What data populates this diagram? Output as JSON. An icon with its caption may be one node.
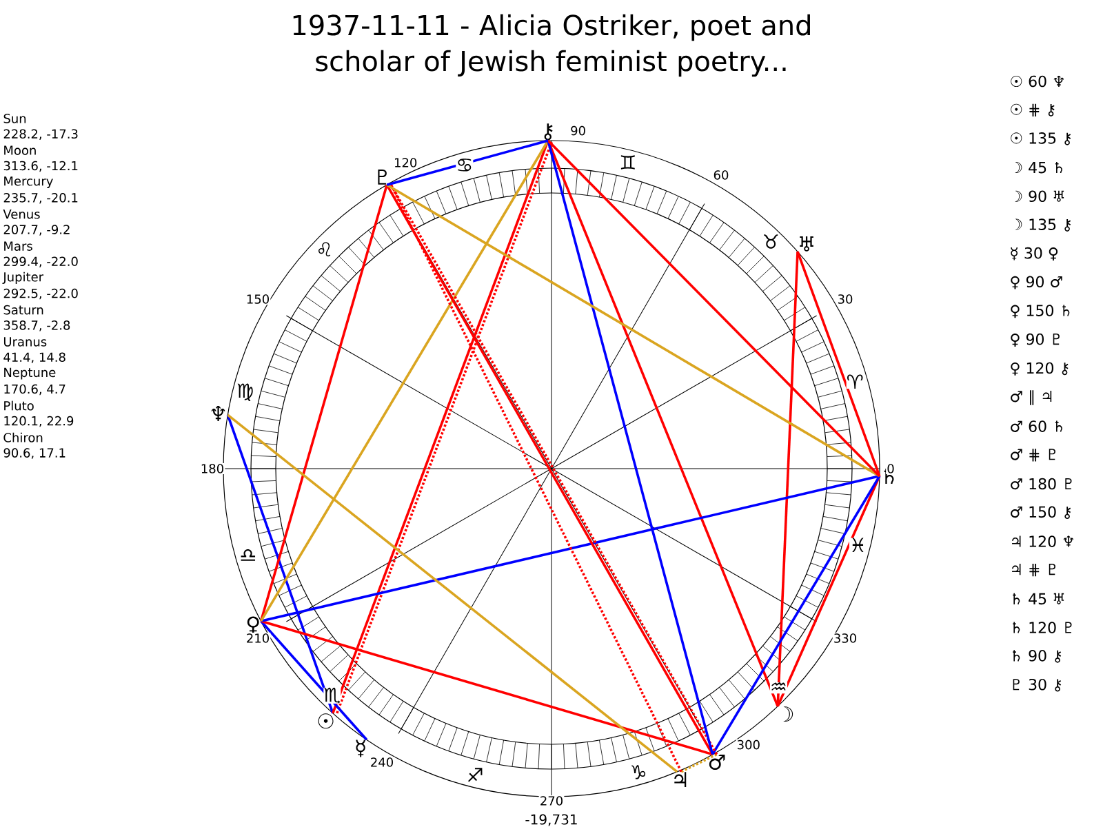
{
  "diagram": {
    "title": "1937-11-11 - Alicia Ostriker, poet and scholar of Jewish feminist poetry...",
    "nodes": [
      {
        "text": [
          "☉"
        ]
      },
      {
        "text": [
          "☽"
        ]
      },
      {
        "text": [
          "☿"
        ]
      },
      {
        "text": [
          "♀"
        ]
      },
      {
        "text": [
          "♂"
        ]
      },
      {
        "text": [
          "♃"
        ]
      },
      {
        "text": [
          "♄"
        ]
      },
      {
        "text": [
          "♅"
        ]
      },
      {
        "text": [
          "♆"
        ]
      },
      {
        "text": [
          "♇"
        ]
      },
      {
        "text": [
          "⚷"
        ]
      }
    ],
    "edges": [
      {
        "from": 0,
        "to": 8,
        "arrow": "none",
        "color": "#0000ff"
      },
      {
        "from": 0,
        "to": 10,
        "arrow": "none",
        "style": "dashed"
      },
      {
        "from": 0,
        "to": 10,
        "arrow": "none"
      },
      {
        "from": 1,
        "to": 6,
        "arrow": "none"
      },
      {
        "from": 1,
        "to": 7,
        "arrow": "none"
      },
      {
        "from": 1,
        "to": 10,
        "arrow": "none"
      },
      {
        "from": 2,
        "to": 3,
        "arrow": "none",
        "color": "#0000ff"
      },
      {
        "from": 3,
        "to": 4,
        "arrow": "none"
      },
      {
        "from": 3,
        "to": 6,
        "arrow": "none",
        "color": "#0000ff"
      },
      {
        "from": 3,
        "to": 9,
        "arrow": "none"
      },
      {
        "from": 3,
        "to": 10,
        "arrow": "none",
        "color": "#daa520"
      },
      {
        "from": 4,
        "to": 5,
        "arrow": "none",
        "style": "dashed",
        "color": "#daa520"
      },
      {
        "from": 4,
        "to": 6,
        "arrow": "none",
        "color": "#0000ff"
      },
      {
        "from": 4,
        "to": 9,
        "arrow": "none",
        "style": "dashed"
      },
      {
        "from": 4,
        "to": 9,
        "arrow": "none"
      },
      {
        "from": 4,
        "to": 10,
        "arrow": "none",
        "color": "#0000ff"
      },
      {
        "from": 5,
        "to": 8,
        "arrow": "none",
        "color": "#daa520"
      },
      {
        "from": 5,
        "to": 9,
        "arrow": "none",
        "style": "dashed"
      },
      {
        "from": 6,
        "to": 7,
        "arrow": "none"
      },
      {
        "from": 6,
        "to": 9,
        "arrow": "none",
        "color": "#daa520"
      },
      {
        "from": 6,
        "to": 10,
        "arrow": "none"
      },
      {
        "from": 9,
        "to": 10,
        "arrow": "none",
        "color": "#0000ff"
      }
    ],
    "labels": [
      "Sun",
      "228.2, -17.3",
      "Moon",
      "313.6, -12.1",
      "Mercury",
      "235.7, -20.1",
      "Venus",
      "207.7, -9.2",
      "Mars",
      "299.4, -22.0",
      "Jupiter",
      "292.5, -22.0",
      "Saturn",
      "358.7, -2.8",
      "Uranus",
      "41.4, 14.8",
      "Neptune",
      "170.6, 4.7",
      "Pluto",
      "120.1, 22.9",
      "Chiron",
      "90.6, 17.1",
      "90",
      "60",
      "30",
      "0",
      "120",
      "150",
      "180",
      "210",
      "240",
      "270",
      "300",
      "330",
      "♈",
      "♉",
      "♊",
      "♋",
      "♌",
      "♍",
      "♎",
      "♏",
      "♐",
      "♑",
      "♒",
      "♓",
      "-19,731",
      "☉ 60 ♆",
      "☉ ⋕ ⚷",
      "☉ 135 ⚷",
      "☽ 45 ♄",
      "☽ 90 ♅",
      "☽ 135 ⚷",
      "☿ 30 ♀",
      "♀ 90 ♂",
      "♀ 150 ♄",
      "♀ 90 ♇",
      "♀ 120 ⚷",
      "♂ ∥ ♃",
      "♂ 60 ♄",
      "♂ ⋕ ♇",
      "♂ 180 ♇",
      "♂ 150 ⚷",
      "♃ 120 ♆",
      "♃ ⋕ ♇",
      "♄ 45 ♅",
      "♄ 120 ♇",
      "♄ 90 ⚷",
      "♇ 30 ⚷"
    ]
  }
}
